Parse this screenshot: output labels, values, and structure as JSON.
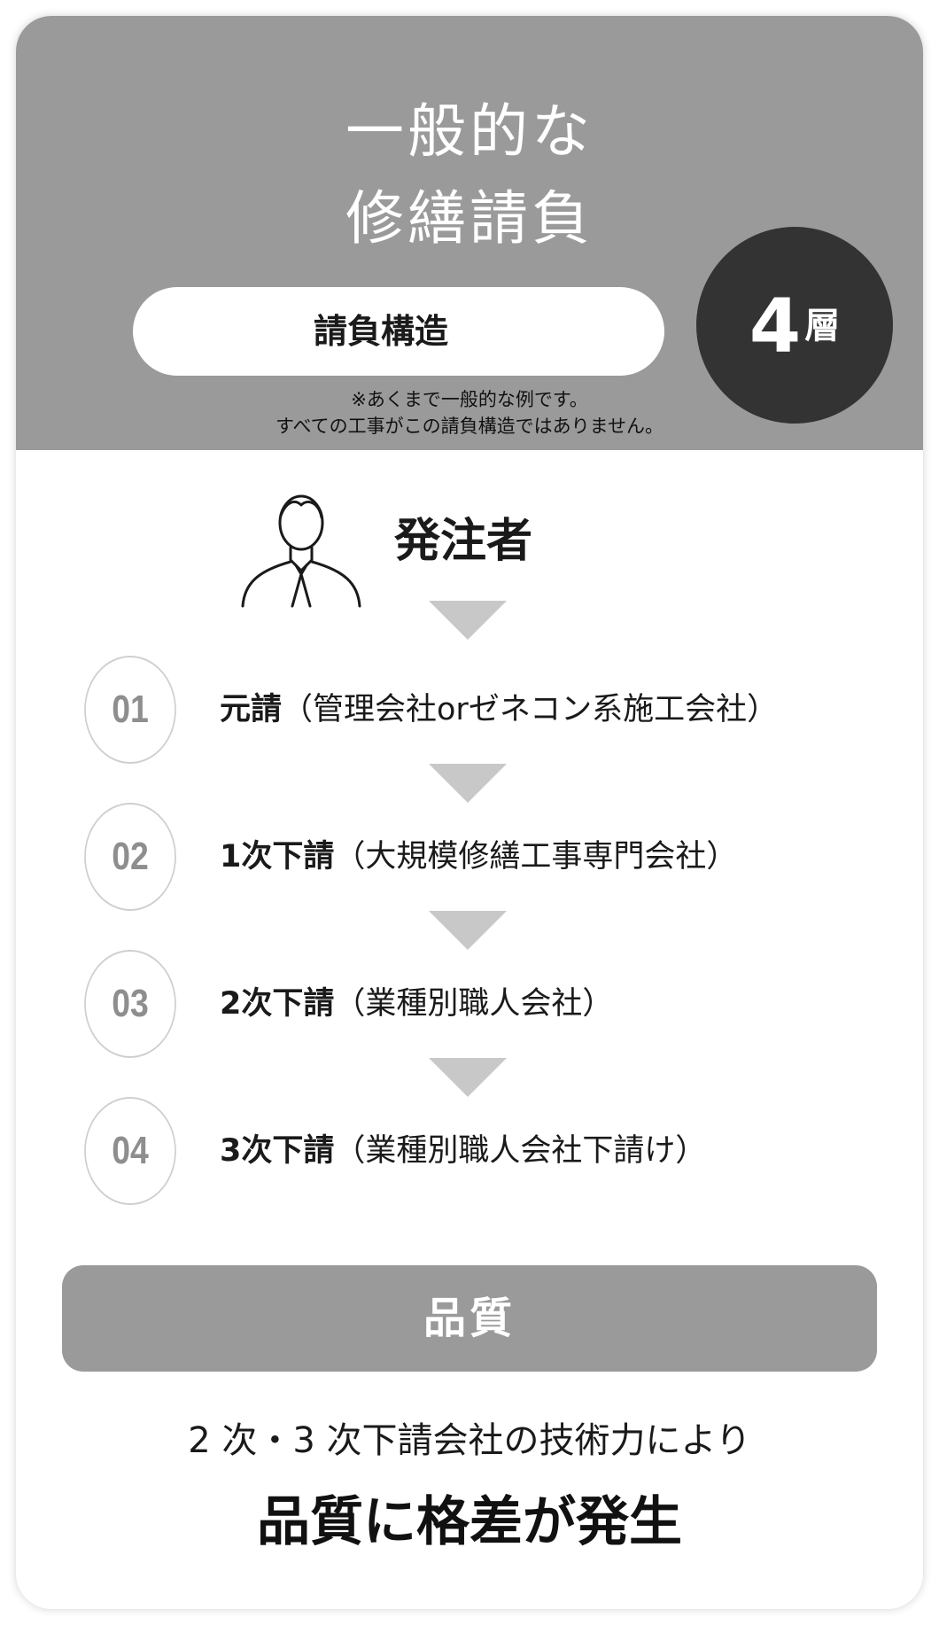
{
  "header": {
    "title_line1": "一般的な",
    "title_line2": "修繕請負",
    "structure_label": "請負構造",
    "layer_count": "4",
    "layer_unit": "層",
    "note_line1": "※あくまで一般的な例です。",
    "note_line2": "すべての工事がこの請負構造ではありません。"
  },
  "client": {
    "label": "発注者",
    "icon": "person-icon"
  },
  "tiers": [
    {
      "number": "01",
      "name": "元請",
      "detail": "（管理会社orゼネコン系施工会社）"
    },
    {
      "number": "02",
      "name": "1次下請",
      "detail": "（大規模修繕工事専門会社）"
    },
    {
      "number": "03",
      "name": "2次下請",
      "detail": "（業種別職人会社）"
    },
    {
      "number": "04",
      "name": "3次下請",
      "detail": "（業種別職人会社下請け）"
    }
  ],
  "quality": {
    "label": "品質",
    "summary_line1": "2 次・3 次下請会社の技術力により",
    "summary_line2": "品質に格差が発生"
  },
  "colors": {
    "header_bg": "#9a9a9a",
    "badge_bg": "#333333",
    "arrow": "#c8c8c8",
    "circle_border": "#cfcfcf"
  }
}
